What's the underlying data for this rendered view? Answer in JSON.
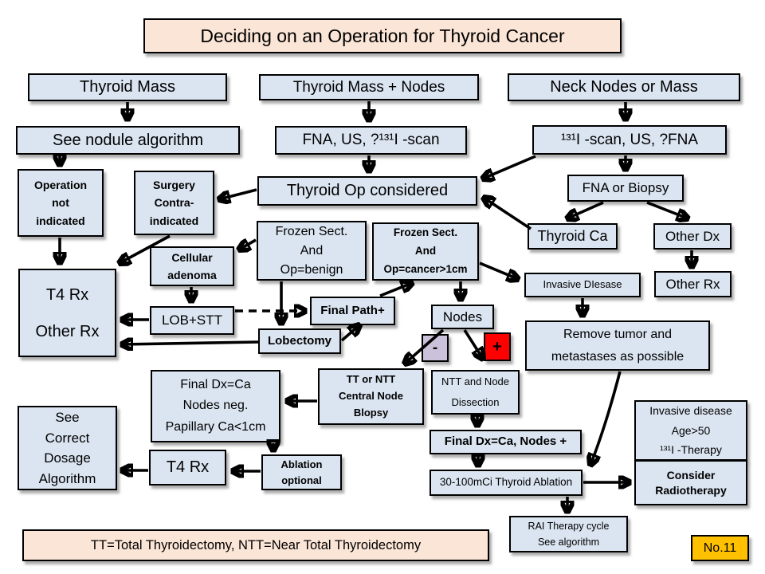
{
  "title": "Deciding on an Operation for Thyroid Cancer",
  "badge": "No.11",
  "legend": "TT=Total Thyroidectomy, NTT=Near Total Thyroidectomy",
  "colors": {
    "node_fill": "#dbe5f1",
    "title_fill": "#fbe5d6",
    "minus_fill": "#ccc1da",
    "plus_fill": "#ff0000",
    "badge_fill": "#ffc000",
    "arrow": "#000000"
  },
  "nodes": {
    "thyroid_mass": "Thyroid Mass",
    "thyroid_mass_nodes": "Thyroid Mass + Nodes",
    "neck_nodes_or_mass": "Neck Nodes or Mass",
    "see_nodule_algorithm": "See nodule algorithm",
    "fna_us_scan": "FNA, US, ?¹³¹I -scan",
    "scan_us_fna": "¹³¹I -scan, US, ?FNA",
    "operation_not_indicated": "Operation\nnot\nindicated",
    "surgery_contraindicated": "Surgery\nContra-\nindicated",
    "thyroid_op_considered": "Thyroid Op considered",
    "fna_or_biopsy": "FNA or Biopsy",
    "frozen_sect_benign": "Frozen Sect.\nAnd\nOp=benign",
    "frozen_sect_cancer": "Frozen Sect.\nAnd\nOp=cancer>1cm",
    "thyroid_ca": "Thyroid Ca",
    "other_dx": "Other Dx",
    "cellular_adenoma": "Cellular\nadenoma",
    "invasive_disease": "Invasive DIesase",
    "other_rx": "Other Rx",
    "t4_rx_other_rx": "T4 Rx\nOther Rx",
    "lob_stt": "LOB+STT",
    "final_path_pos": "Final Path+",
    "nodes_label": "Nodes",
    "remove_tumor": "Remove tumor and\nmetastases as possible",
    "lobectomy": "Lobectomy",
    "node_negative": "-",
    "node_positive": "+",
    "final_dx_nodes_neg": "Final Dx=Ca\nNodes neg.\nPapillary Ca<1cm",
    "tt_or_ntt": "TT or NTT\nCentral Node\nBlopsy",
    "ntt_node_dissection": "NTT and Node\nDissection",
    "final_dx_nodes_pos": "Final Dx=Ca, Nodes +",
    "see_correct_dosage": "See\nCorrect\nDosage\nAlgorithm",
    "t4_rx": "T4 Rx",
    "ablation_optional": "Ablation\noptional",
    "thyroid_ablation": "30-100mCi Thyroid Ablation",
    "invasive_disease_age": "Invasive disease\nAge>50\n¹³¹I -Therapy",
    "consider_radiotherapy": "Consider\nRadiotherapy",
    "rai_therapy_cycle": "RAI Therapy cycle\nSee algorithm"
  }
}
